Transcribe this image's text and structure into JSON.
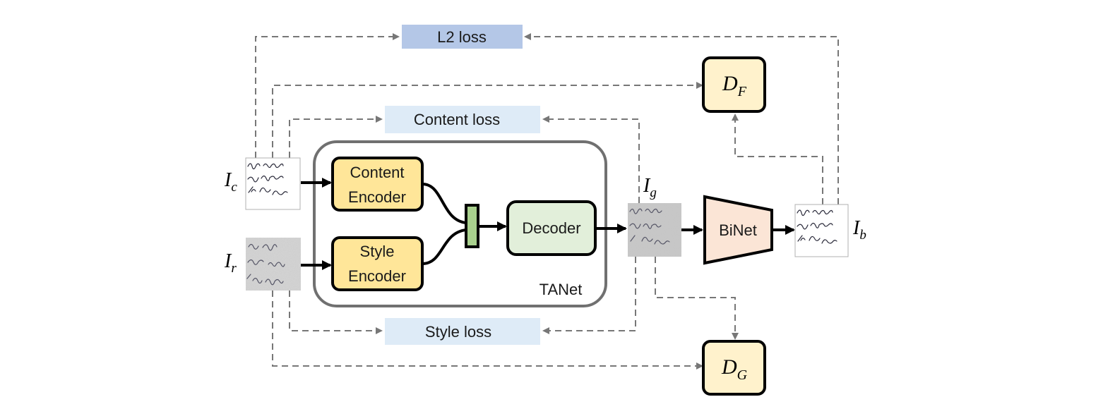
{
  "losses": {
    "l2": "L2 loss",
    "content": "Content loss",
    "style": "Style loss"
  },
  "blocks": {
    "content_encoder": [
      "Content",
      "Encoder"
    ],
    "style_encoder": [
      "Style",
      "Encoder"
    ],
    "decoder": "Decoder",
    "tanet": "TANet",
    "binet": "BiNet"
  },
  "discriminators": {
    "df": {
      "base": "D",
      "sub": "F"
    },
    "dg": {
      "base": "D",
      "sub": "G"
    }
  },
  "images": {
    "ic": {
      "base": "I",
      "sub": "c"
    },
    "ir": {
      "base": "I",
      "sub": "r"
    },
    "ig": {
      "base": "I",
      "sub": "g"
    },
    "ib": {
      "base": "I",
      "sub": "b"
    }
  },
  "colors": {
    "l2_fill": "#B4C7E7",
    "loss_fill": "#DEEBF7",
    "encoder_fill": "#FFE699",
    "decoder_fill": "#E2EFDA",
    "fusion_fill": "#A9D18E",
    "binet_fill": "#FBE5D6",
    "disc_fill": "#FFF2CC",
    "tanet_stroke": "#707070"
  }
}
